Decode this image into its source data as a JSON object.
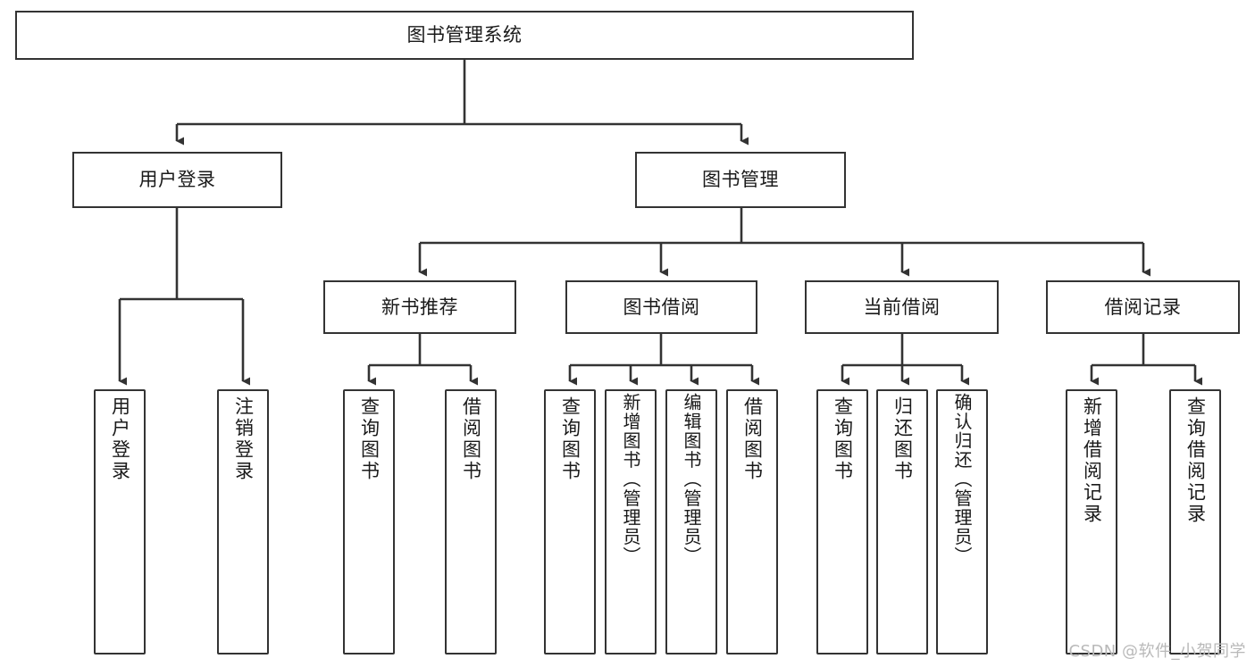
{
  "diagram": {
    "title": "图书管理系统",
    "type": "tree-hierarchy",
    "watermark": "CSDN @软件_小贺同学",
    "colors": {
      "background": "#ffffff",
      "node_border": "#333333",
      "node_fill": "#ffffff",
      "text": "#1a1a1a",
      "edge": "#333333",
      "watermark": "#b9b9b9"
    },
    "root": {
      "label": "图书管理系统"
    },
    "level2": [
      {
        "id": "user-login",
        "label": "用户登录"
      },
      {
        "id": "book-manage",
        "label": "图书管理"
      }
    ],
    "level3": [
      {
        "id": "new-book-rec",
        "label": "新书推荐",
        "parent": "book-manage"
      },
      {
        "id": "book-borrow",
        "label": "图书借阅",
        "parent": "book-manage"
      },
      {
        "id": "current-borrow",
        "label": "当前借阅",
        "parent": "book-manage"
      },
      {
        "id": "borrow-record",
        "label": "借阅记录",
        "parent": "book-manage"
      }
    ],
    "leaves": [
      {
        "id": "leaf-user-login",
        "label": "用户登录",
        "parent": "user-login",
        "tall": false
      },
      {
        "id": "leaf-user-logout",
        "label": "注销登录",
        "parent": "user-login",
        "tall": false
      },
      {
        "id": "leaf-query-book-1",
        "label": "查询图书",
        "parent": "new-book-rec",
        "tall": false
      },
      {
        "id": "leaf-borrow-book-1",
        "label": "借阅图书",
        "parent": "new-book-rec",
        "tall": false
      },
      {
        "id": "leaf-query-book-2",
        "label": "查询图书",
        "parent": "book-borrow",
        "tall": false
      },
      {
        "id": "leaf-add-book",
        "label": "新增图书（管理员）",
        "parent": "book-borrow",
        "tall": true
      },
      {
        "id": "leaf-edit-book",
        "label": "编辑图书（管理员）",
        "parent": "book-borrow",
        "tall": true
      },
      {
        "id": "leaf-borrow-book-2",
        "label": "借阅图书",
        "parent": "book-borrow",
        "tall": false
      },
      {
        "id": "leaf-query-book-3",
        "label": "查询图书",
        "parent": "current-borrow",
        "tall": false
      },
      {
        "id": "leaf-return-book",
        "label": "归还图书",
        "parent": "current-borrow",
        "tall": false
      },
      {
        "id": "leaf-confirm-return",
        "label": "确认归还（管理员）",
        "parent": "current-borrow",
        "tall": true
      },
      {
        "id": "leaf-add-record",
        "label": "新增借阅记录",
        "parent": "borrow-record",
        "tall": false
      },
      {
        "id": "leaf-query-record",
        "label": "查询借阅记录",
        "parent": "borrow-record",
        "tall": false
      }
    ]
  }
}
